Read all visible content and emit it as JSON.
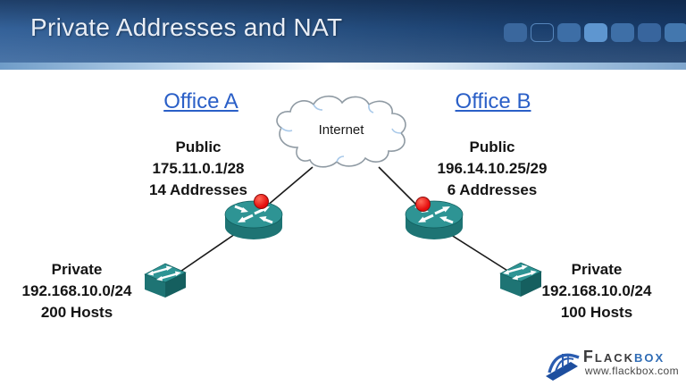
{
  "header": {
    "title": "Private Addresses and NAT",
    "squares": [
      {
        "fill": "#3a679d",
        "border": "transparent"
      },
      {
        "fill": "transparent",
        "border": "#5585bb"
      },
      {
        "fill": "#3d6ea6",
        "border": "transparent"
      },
      {
        "fill": "#5e96d0",
        "border": "transparent"
      },
      {
        "fill": "#3e6fa7",
        "border": "transparent"
      },
      {
        "fill": "#38659d",
        "border": "transparent"
      },
      {
        "fill": "#4377ae",
        "border": "transparent"
      }
    ]
  },
  "diagram": {
    "internet_label": "Internet",
    "office_a": {
      "label": "Office A",
      "public_title": "Public",
      "public_subnet": "175.11.0.1/28",
      "public_addresses": "14 Addresses",
      "private_title": "Private",
      "private_subnet": "192.168.10.0/24",
      "private_hosts": "200 Hosts"
    },
    "office_b": {
      "label": "Office B",
      "public_title": "Public",
      "public_subnet": "196.14.10.25/29",
      "public_addresses": "6 Addresses",
      "private_title": "Private",
      "private_subnet": "192.168.10.0/24",
      "private_hosts": "100 Hosts"
    }
  },
  "footer": {
    "brand_left": "Flack",
    "brand_right": "box",
    "website": "www.flackbox.com"
  },
  "colors": {
    "header_blue_dark": "#173a68",
    "header_blue_light": "#36659e",
    "office_label_blue": "#2a5fc7",
    "device_teal": "#2e9494",
    "red_dot": "#e60e0e",
    "brand_blue": "#2f6cb5"
  }
}
